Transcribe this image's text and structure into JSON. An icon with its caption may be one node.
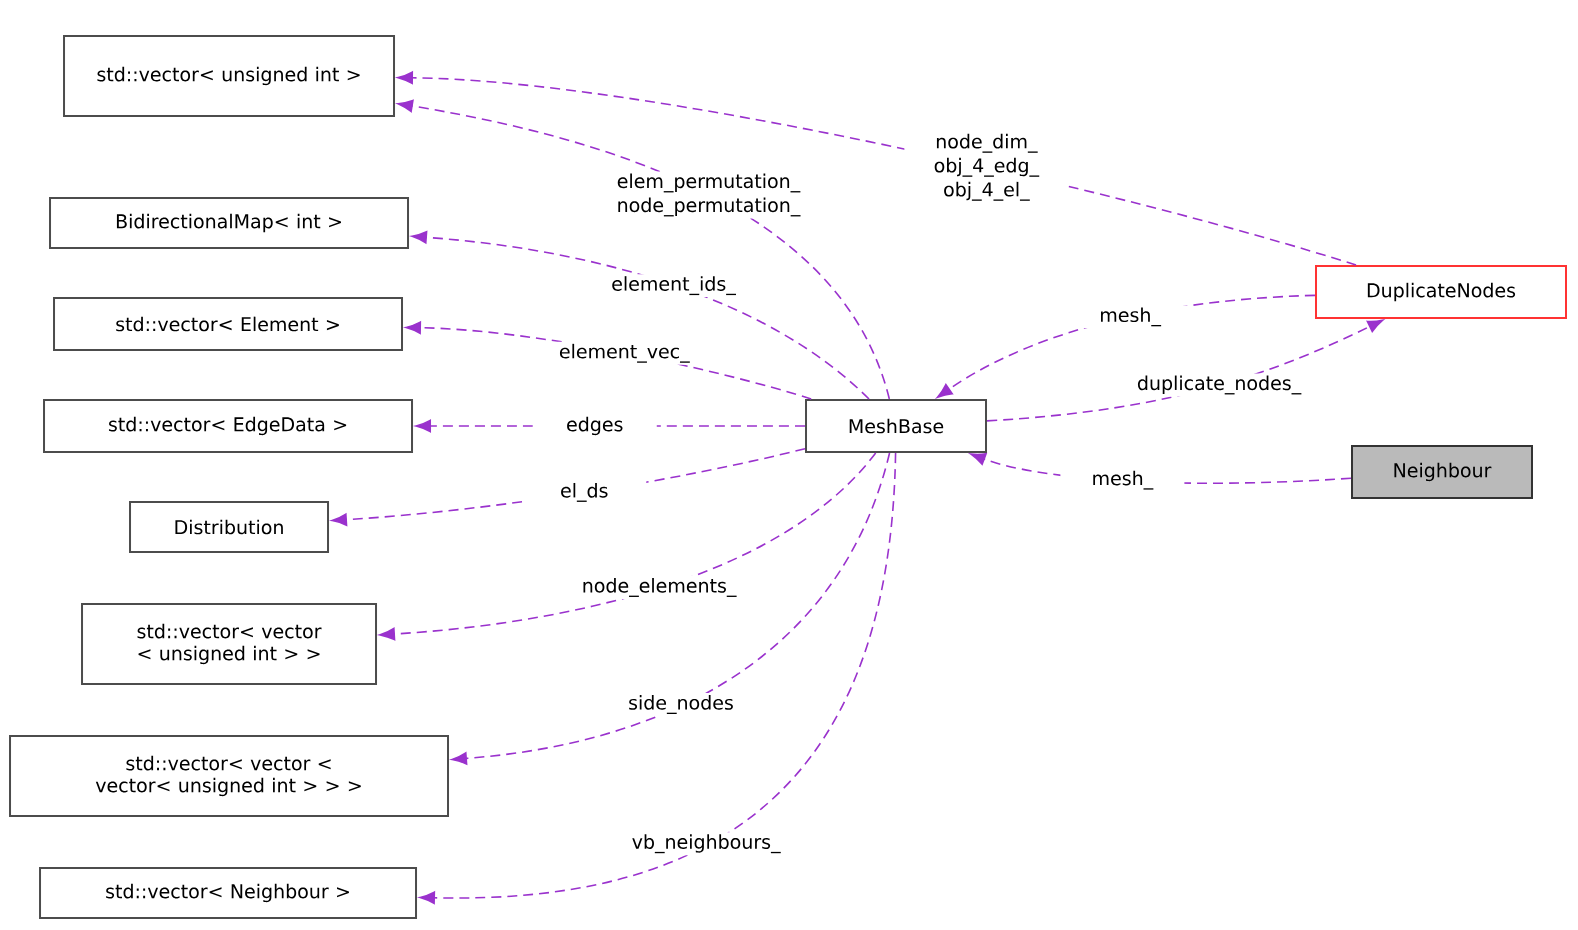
{
  "diagram": {
    "nodes": [
      {
        "text": [
          "std::vector< unsigned int >"
        ]
      },
      {
        "text": [
          "BidirectionalMap< int >"
        ]
      },
      {
        "text": [
          "std::vector< Element >"
        ]
      },
      {
        "text": [
          "std::vector< EdgeData >"
        ]
      },
      {
        "text": [
          "Distribution"
        ]
      },
      {
        "text": [
          "std::vector< vector < unsigned int > >"
        ]
      },
      {
        "text": [
          "std::vector< vector < vector< unsigned int > > >"
        ]
      },
      {
        "text": [
          "std::vector< Neighbour >"
        ]
      },
      {
        "text": [
          "MeshBase"
        ]
      },
      {
        "text": [
          "DuplicateNodes"
        ]
      },
      {
        "text": [
          "Neighbour"
        ]
      }
    ],
    "edges": [
      {
        "from": 9,
        "to": 0,
        "arrow": "to",
        "label": "node_dim_ obj_4_edg_ obj_4_el_"
      },
      {
        "from": 8,
        "to": 0,
        "arrow": "to",
        "label": "elem_permutation_ node_permutation_"
      },
      {
        "from": 8,
        "to": 1,
        "arrow": "to",
        "label": "element_ids_"
      },
      {
        "from": 8,
        "to": 2,
        "arrow": "to",
        "label": "element_vec_"
      },
      {
        "from": 8,
        "to": 3,
        "arrow": "to",
        "label": "edges"
      },
      {
        "from": 8,
        "to": 4,
        "arrow": "to",
        "label": "el_ds"
      },
      {
        "from": 8,
        "to": 5,
        "arrow": "to",
        "label": "node_elements_"
      },
      {
        "from": 8,
        "to": 6,
        "arrow": "to",
        "label": "side_nodes"
      },
      {
        "from": 8,
        "to": 7,
        "arrow": "to",
        "label": "vb_neighbours_"
      },
      {
        "from": 9,
        "to": 8,
        "arrow": "to",
        "label": "mesh_"
      },
      {
        "from": 8,
        "to": 9,
        "arrow": "to",
        "label": "duplicate_nodes_"
      },
      {
        "from": 10,
        "to": 8,
        "arrow": "to",
        "label": "mesh_"
      }
    ]
  }
}
